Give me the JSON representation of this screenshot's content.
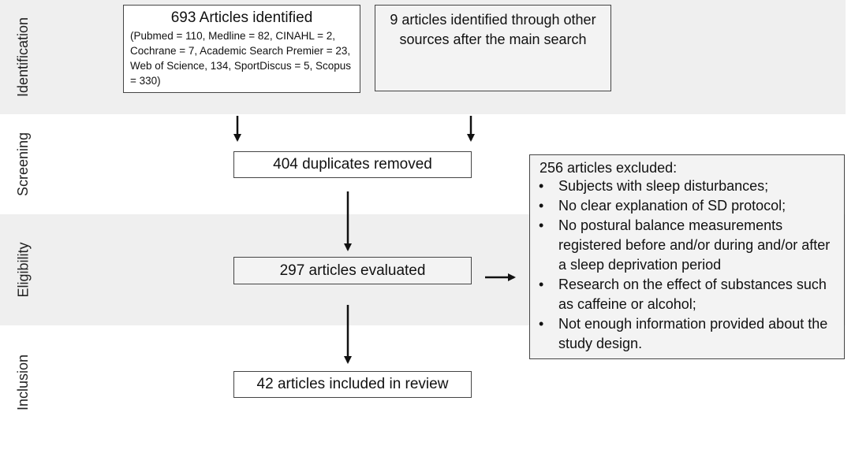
{
  "phases": {
    "identification": "Identification",
    "screening": "Screening",
    "eligibility": "Eligibility",
    "inclusion": "Inclusion"
  },
  "boxes": {
    "identified": {
      "title": "693 Articles identified",
      "detail": "(Pubmed = 110, Medline = 82, CINAHL = 2, Cochrane = 7, Academic Search Premier = 23, Web of Science, 134, SportDiscus = 5, Scopus = 330)"
    },
    "other_sources": "9 articles identified through other sources after the main search",
    "duplicates": "404 duplicates removed",
    "evaluated": "297 articles evaluated",
    "included": "42 articles included in review",
    "excluded": {
      "title": "256 articles excluded:",
      "reasons": [
        "Subjects with sleep disturbances;",
        "No clear explanation of SD protocol;",
        "No postural balance measurements registered before and/or during and/or after a sleep deprivation period",
        "Research on the effect of substances such as caffeine or alcohol;",
        "Not enough information provided about the study design."
      ]
    }
  },
  "colors": {
    "band": "#efefef",
    "box_border": "#444444",
    "arrow": "#111111"
  }
}
